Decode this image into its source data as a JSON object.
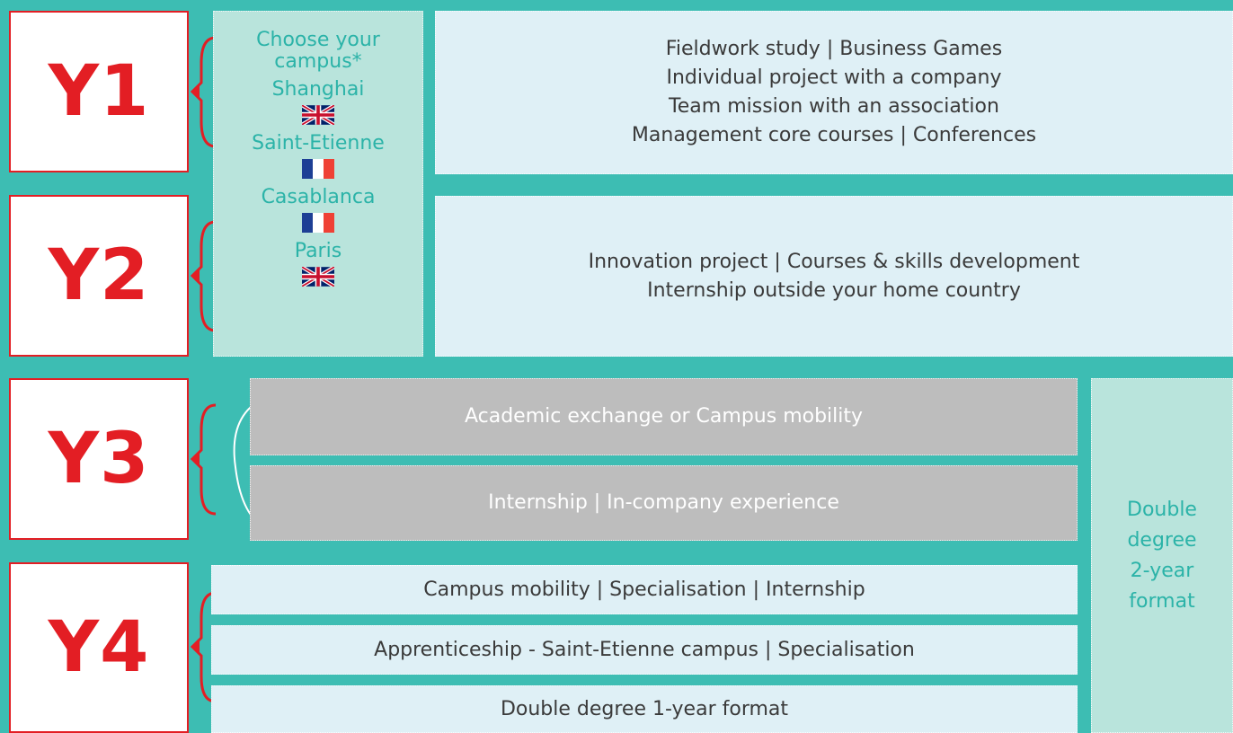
{
  "colors": {
    "background": "#3dbdb3",
    "year_red": "#e31e24",
    "teal_text": "#2bb3a8"
  },
  "years": {
    "y1": "Y1",
    "y2": "Y2",
    "y3": "Y3",
    "y4": "Y4"
  },
  "campus": {
    "heading_line1": "Choose your",
    "heading_line2": "campus*",
    "items": [
      {
        "name": "Shanghai",
        "flag": "uk-flag-icon"
      },
      {
        "name": "Saint-Etienne",
        "flag": "france-flag-icon"
      },
      {
        "name": "Casablanca",
        "flag": "france-flag-icon"
      },
      {
        "name": "Paris",
        "flag": "uk-flag-icon"
      }
    ]
  },
  "y1_content": [
    "Fieldwork study | Business Games",
    "Individual project with a company",
    "Team mission with an association",
    "Management core courses | Conferences"
  ],
  "y2_content": [
    "Innovation project | Courses & skills development",
    "Internship outside your home country"
  ],
  "y3_content": {
    "exchange": "Academic exchange or Campus mobility",
    "internship": "Internship | In-company experience"
  },
  "y4_content": {
    "mobility": "Campus mobility | Specialisation | Internship",
    "apprenticeship": "Apprenticeship - Saint-Etienne campus | Specialisation",
    "double_degree_1": "Double degree 1-year format"
  },
  "double_degree_2": [
    "Double",
    "degree",
    "2-year",
    "format"
  ]
}
